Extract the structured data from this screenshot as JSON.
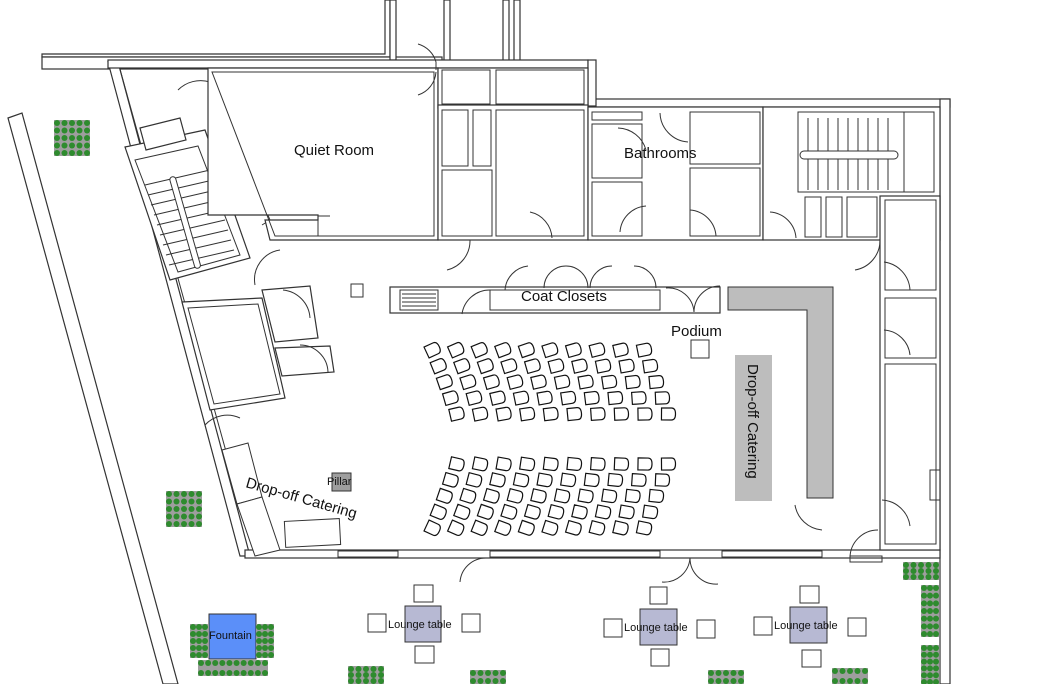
{
  "labels": {
    "quiet_room": "Quiet Room",
    "bathrooms": "Bathrooms",
    "coat_closets": "Coat Closets",
    "podium": "Podium",
    "dropoff_catering_left": "Drop-off Catering",
    "dropoff_catering_right": "Drop-off Catering",
    "pillar": "Pillar",
    "fountain": "Fountain",
    "lounge_table": "Lounge table"
  },
  "colors": {
    "wall": "#333333",
    "catering_counter": "#bdbdbd",
    "pillar": "#9e9e9e",
    "lounge_table": "#b7b9d3",
    "fountain": "#5b8ff9",
    "planter_bg": "#9e9e9e",
    "plant": "#2e8b2e"
  },
  "seating": {
    "upper_block": {
      "rows": 5,
      "chairs_per_row": 10
    },
    "lower_block": {
      "rows": 5,
      "chairs_per_row": 10
    }
  },
  "lounge_tables_count": 3
}
